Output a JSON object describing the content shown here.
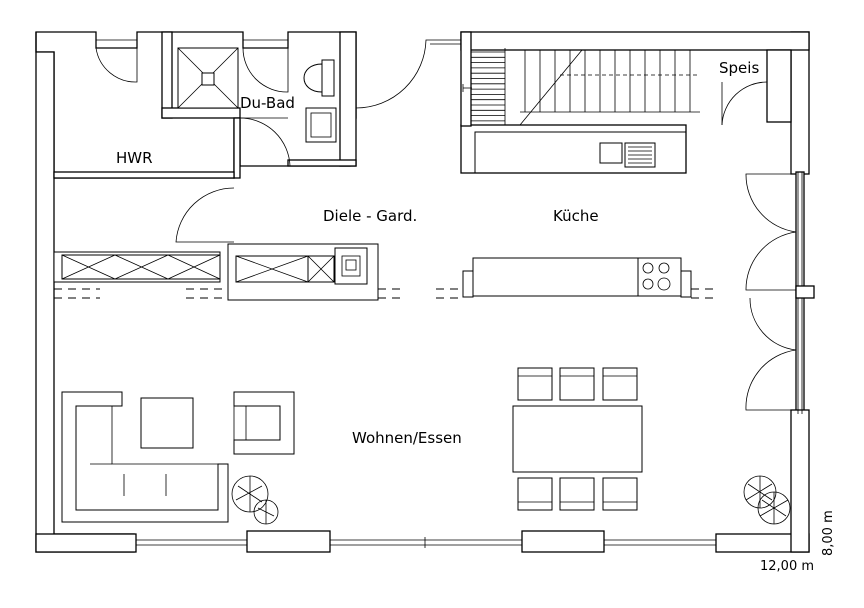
{
  "rooms": {
    "hwr": "HWR",
    "du_bad": "Du-Bad",
    "diele": "Diele - Gard.",
    "kueche": "Küche",
    "speis": "Speis",
    "wohnen": "Wohnen/Essen"
  },
  "dimensions": {
    "width": "12,00 m",
    "depth": "8,00 m"
  }
}
